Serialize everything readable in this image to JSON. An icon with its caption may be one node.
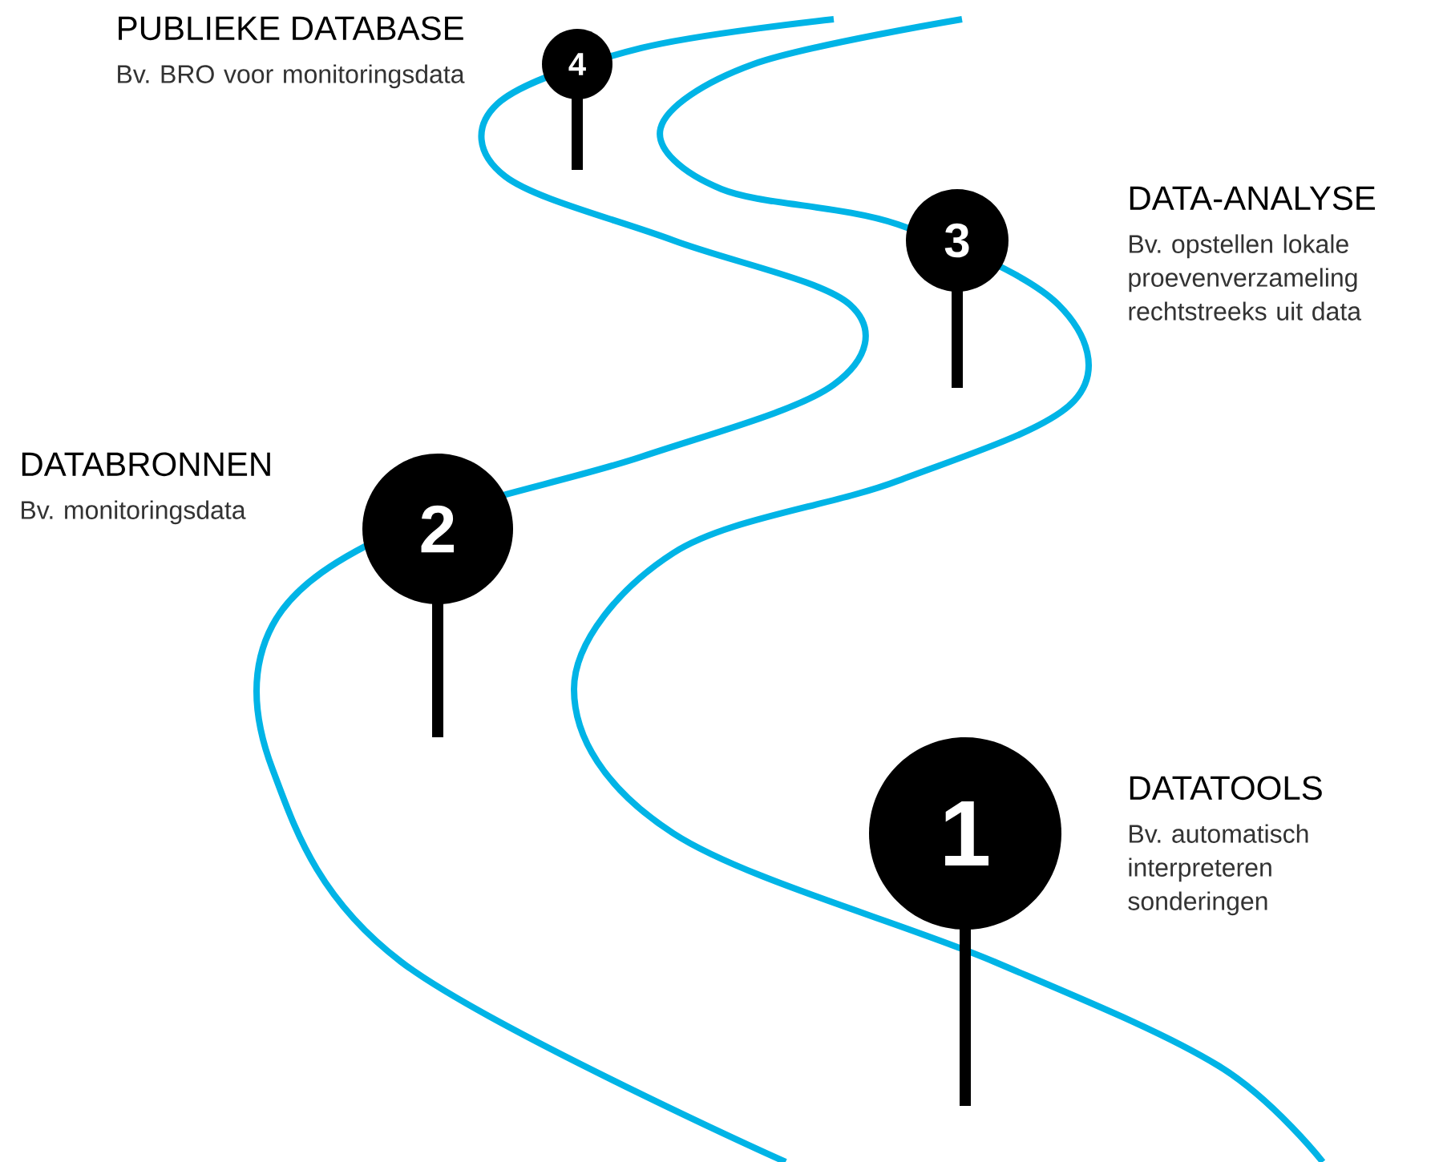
{
  "diagram": {
    "nodes": [
      {
        "text": [
          "4"
        ],
        "beside": [
          "PUBLIEKE DATABASE",
          "Bv. BRO voor monitoringsdata"
        ]
      },
      {
        "text": [
          "3"
        ],
        "beside": [
          "DATA-ANALYSE",
          "Bv. opstellen lokale proevenverzameling rechtstreeks uit data"
        ]
      },
      {
        "text": [
          "2"
        ],
        "beside": [
          "DATABRONNEN",
          "Bv. monitoringsdata"
        ]
      },
      {
        "text": [
          "1"
        ],
        "beside": [
          "DATATOOLS",
          "Bv. automatisch interpreteren sonderingen"
        ]
      }
    ]
  }
}
